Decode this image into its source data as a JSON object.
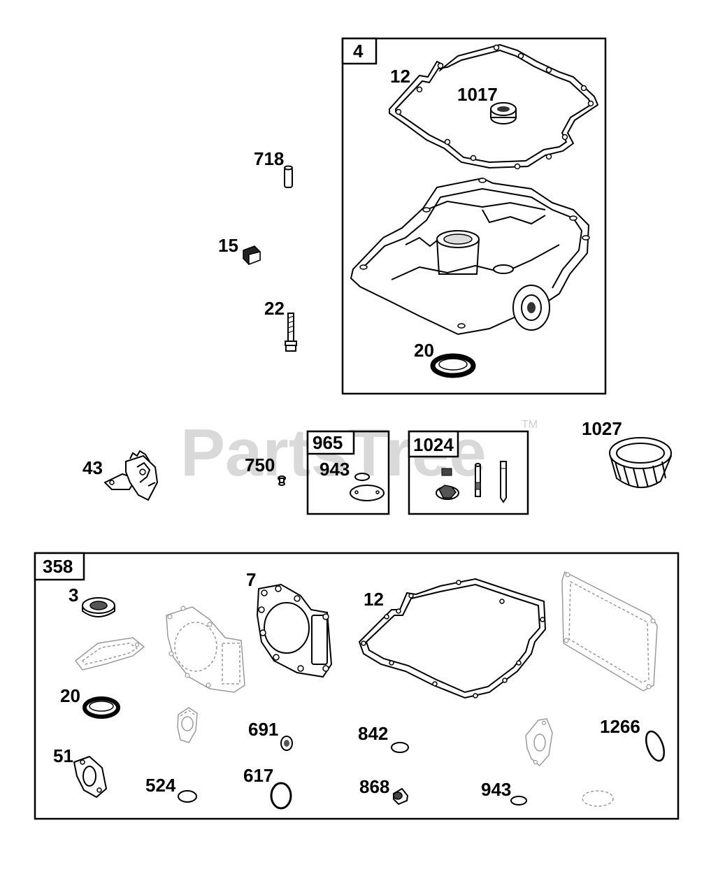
{
  "watermark": {
    "text": "PartsTree",
    "trademark": "TM"
  },
  "groups": [
    {
      "id": "4"
    },
    {
      "id": "965"
    },
    {
      "id": "1024"
    },
    {
      "id": "358"
    }
  ],
  "callouts": {
    "g4_12": "12",
    "g4_1017": "1017",
    "g4_20": "20",
    "p718": "718",
    "p15": "15",
    "p22": "22",
    "p43": "43",
    "p750": "750",
    "g965_943": "943",
    "p1027": "1027",
    "g358_3": "3",
    "g358_7": "7",
    "g358_12": "12",
    "g358_20": "20",
    "g358_51": "51",
    "g358_524": "524",
    "g358_617": "617",
    "g358_691": "691",
    "g358_842": "842",
    "g358_868": "868",
    "g358_943": "943",
    "g358_1266": "1266"
  }
}
